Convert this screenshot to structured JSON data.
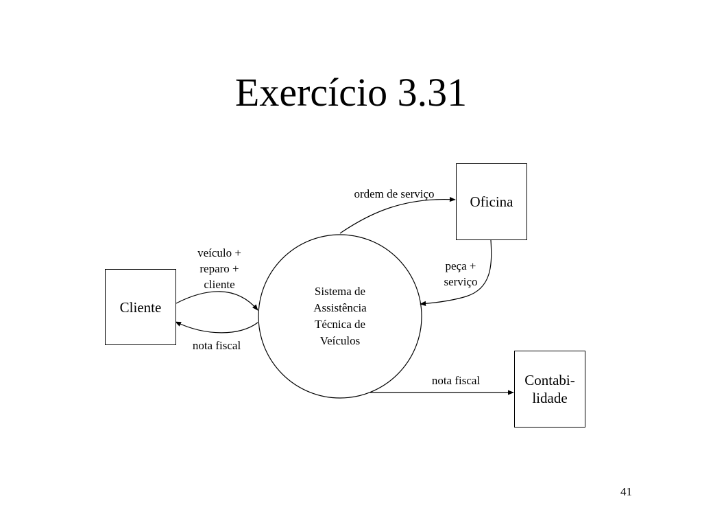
{
  "slide": {
    "title": "Exercício 3.31",
    "page_number": "41"
  },
  "diagram": {
    "process": {
      "label": "Sistema de\nAssistência\nTécnica de\nVeículos"
    },
    "entities": {
      "cliente": "Cliente",
      "oficina": "Oficina",
      "contabilidade": "Contabi-\nlidade"
    },
    "flows": {
      "ordem_servico": "ordem de serviço",
      "peca_servico": "peça +\nserviço",
      "veiculo_reparo_cliente": "veículo +\nreparo +\ncliente",
      "nota_fiscal_cliente": "nota fiscal",
      "nota_fiscal_contabilidade": "nota fiscal"
    }
  }
}
